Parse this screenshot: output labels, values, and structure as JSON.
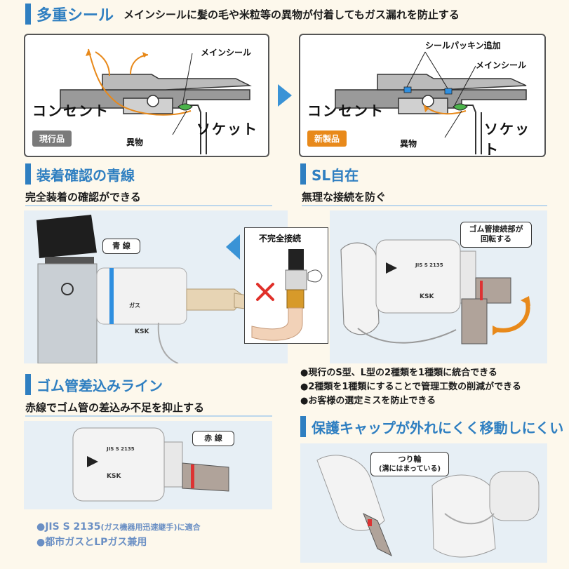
{
  "seal": {
    "title": "多重シール",
    "desc": "メインシールに髪の毛や米粒等の異物が付着してもガス漏れを防止する",
    "left": {
      "label_main_seal": "メインシール",
      "label_outlet": "コンセント",
      "label_socket": "ソケット",
      "label_foreign": "異物",
      "badge": "現行品"
    },
    "right": {
      "label_packing": "シールパッキン追加",
      "label_main_seal": "メインシール",
      "label_outlet": "コンセント",
      "label_socket": "ソケット",
      "label_foreign": "異物",
      "badge": "新製品"
    }
  },
  "blue_line": {
    "title": "装着確認の青線",
    "sub": "完全装着の確認ができる",
    "callout": "青 線"
  },
  "incomplete": {
    "label": "不完全接続"
  },
  "sl": {
    "title": "SL自在",
    "sub": "無理な接続を防ぐ",
    "callout_line1": "ゴム管接続部が",
    "callout_line2": "回転する",
    "bullets": [
      "●現行のS型、L型の2種類を1種類に統合できる",
      "●2種類を1種類にすることで管理工数の削減ができる",
      "●お客様の選定ミスを防止できる"
    ]
  },
  "rubber": {
    "title": "ゴム管差込みライン",
    "sub": "赤線でゴム管の差込み不足を抑止する",
    "callout": "赤 線"
  },
  "spec": {
    "line1_main": "●JIS S 2135",
    "line1_small": "(ガス機器用迅速継手)に適合",
    "line2": "●都市ガスとLPガス兼用"
  },
  "cap": {
    "title": "保護キャップが外れにくく移動しにくい",
    "callout_line1": "つり輪",
    "callout_line2": "(溝にはまっている)"
  },
  "product_marks": {
    "jis": "JIS S 2135",
    "gas": "ガス",
    "ksk": "KSK"
  },
  "colors": {
    "accent": "#2f7fc1",
    "orange": "#e8891a",
    "gray_badge": "#7a7a7a",
    "red_x": "#e0302a",
    "green_seal": "#4bb34b",
    "blue_seal": "#2f8fe0"
  }
}
